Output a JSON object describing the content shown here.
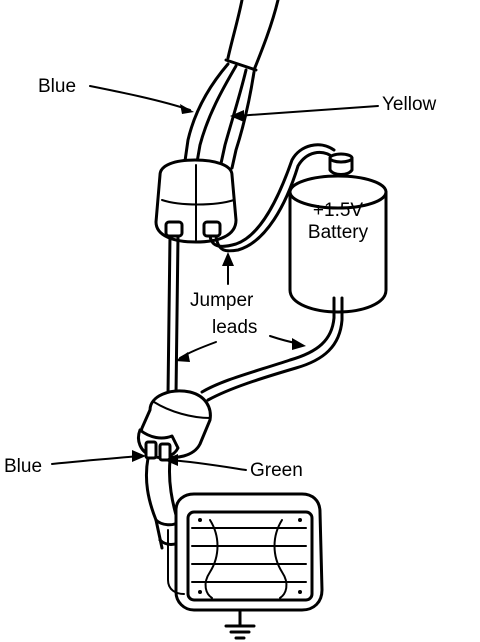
{
  "labels": {
    "blue_top": "Blue",
    "yellow": "Yellow",
    "battery_voltage": "+1.5V",
    "battery_name": "Battery",
    "jumper_line1": "Jumper",
    "jumper_line2": "leads",
    "blue_bottom": "Blue",
    "green": "Green"
  },
  "colors": {
    "ink": "#000000",
    "background": "#ffffff"
  }
}
